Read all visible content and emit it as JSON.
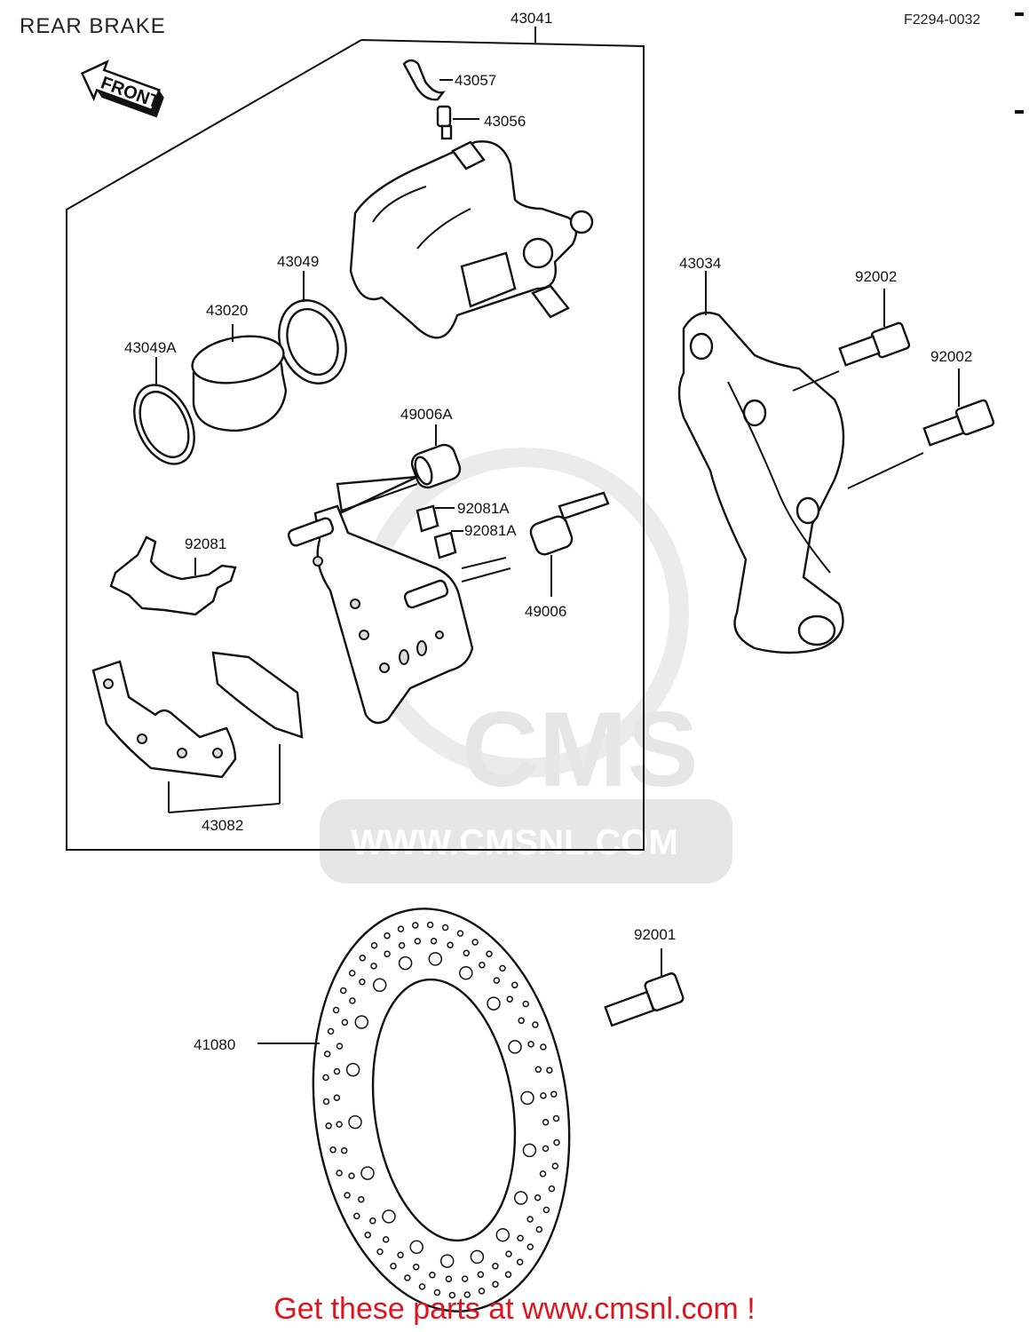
{
  "header": {
    "title": "REAR BRAKE",
    "drawing_code": "F2294-0032"
  },
  "front_arrow": {
    "label": "FRONT"
  },
  "watermark": {
    "brand": "CMS",
    "url": "WWW.CMSNL.COM"
  },
  "callouts": {
    "c43041": "43041",
    "c43057": "43057",
    "c43056": "43056",
    "c43049": "43049",
    "c43020": "43020",
    "c43049A": "43049A",
    "c49006A": "49006A",
    "c92081A_1": "92081A",
    "c92081A_2": "92081A",
    "c92081": "92081",
    "c49006": "49006",
    "c43082": "43082",
    "c43034": "43034",
    "c92002_1": "92002",
    "c92002_2": "92002",
    "c92001": "92001",
    "c41080": "41080"
  },
  "footer": {
    "text": "Get these parts at www.cmsnl.com !"
  }
}
